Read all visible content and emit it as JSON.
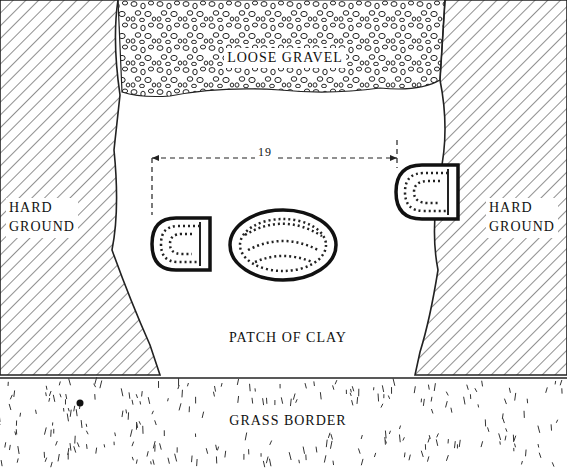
{
  "diagram": {
    "labels": [
      "LOOSE GRAVEL",
      "19",
      "HARD GROUND",
      "HARD GROUND",
      "PATCH OF CLAY",
      "GRASS BORDER"
    ]
  }
}
